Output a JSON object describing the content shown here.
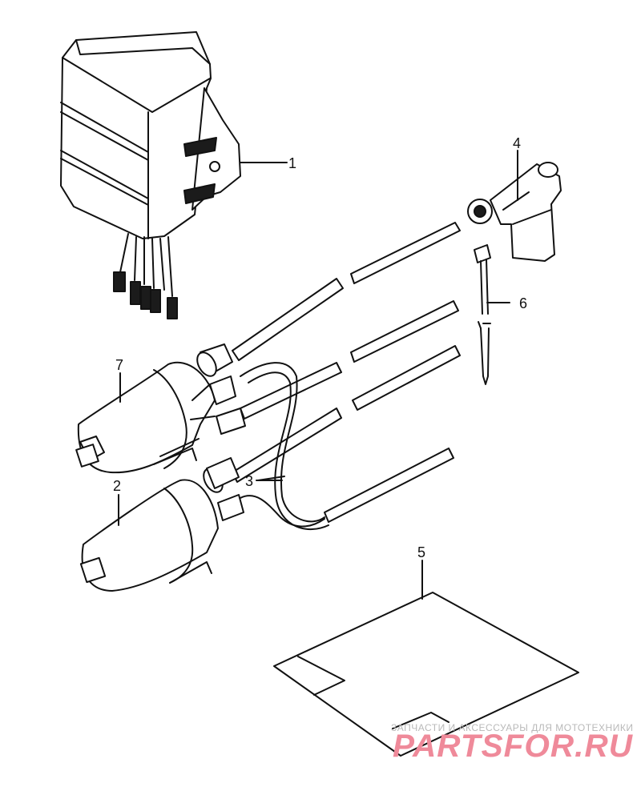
{
  "callouts": [
    {
      "id": "1",
      "text": "1"
    },
    {
      "id": "2",
      "text": "2"
    },
    {
      "id": "3",
      "text": "3"
    },
    {
      "id": "4",
      "text": "4"
    },
    {
      "id": "5",
      "text": "5"
    },
    {
      "id": "6",
      "text": "6"
    },
    {
      "id": "7",
      "text": "7"
    }
  ],
  "watermark": {
    "tagline": "ЗАПЧАСТИ И АКСЕССУАРЫ ДЛЯ МОТОТЕХНИКИ",
    "brand": "PARTSFOR.RU"
  }
}
